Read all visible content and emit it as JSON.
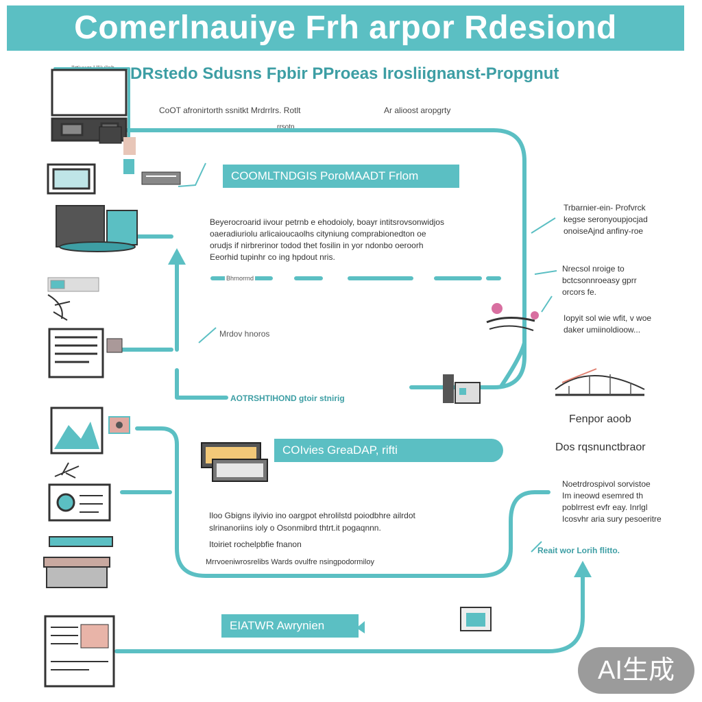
{
  "header": {
    "title": "Comerlnauiye Frh arpor Rdesiond"
  },
  "subtitle": "DRstedo Sdusns Fpbir PProeas Irosliignanst-Propgnut",
  "top_notes": {
    "left_tiny": "Ilrtiuwrr Hliivilnh",
    "note_a": "CoOT afronirtorth ssnitkt Mrdrrlrs. Rotlt",
    "note_a2": "rrsotn",
    "note_b": "Ar alioost aropgrty"
  },
  "bars": {
    "bar1": "COOMLTNDGIS PoroMAADT Frlom",
    "bar2": "COIvies GreaDAP, rifti",
    "bar3": "EIATWR Awrynien"
  },
  "main_paragraph": [
    "Beyerocroarid iivour petrnb e ehodoioly, boayr intitsrovsonwidjos",
    "oaeradiuriolu arlicaioucaolhs cityniung comprabionedton oe",
    "orudjs if nirbrerinor todod thet fosilin in yor ndonbo oeroorh",
    "Eeorhid tupinhr co ing hpdout nris."
  ],
  "dashed_label": "Bhrnorrnd",
  "mid_label": "Mrdov hnoros",
  "loop_label": "AOTRSHTIHOND gtoir stnirig",
  "right_notes": {
    "note1": [
      "Trbarnier-ein- Profvrck",
      "kegse seronyoupjocjad",
      "onoiseAjnd anfiny-roe"
    ],
    "note2": [
      "Nrecsol nroige to",
      "bctcsonnroeasy gprr",
      "orcors fe."
    ],
    "note3": [
      "Iopyit sol wie wfit, v woe",
      "daker umiinoldioow..."
    ],
    "label_a": "Fenpor aoob",
    "label_b": "Dos rqsnunctbraor",
    "note4": [
      "Noetrdrospivol sorvistoe",
      "Im ineowd esemred th",
      "poblrrest evfr eay. Inrlgl",
      "Icosvhr aria sury pesoeritre"
    ],
    "label_c": "Reait wor Lorih flitto."
  },
  "lower_paragraph": {
    "line1": "Iloo Gbigns ilyivio ino oargpot ehrolilstd poiodbhre ailrdot",
    "line2": "slrinanoriins ioly o Osonmibrd thtrt.it pogaqnnn.",
    "line3": "Itoiriet rochelpbfie fnanon",
    "line4": "Mrrvoeniwrosrelibs Wards ovulfre nsingpodormiloy"
  },
  "watermark": "AI生成",
  "colors": {
    "accent": "#5bbfc3",
    "accent_dark": "#3d9ea4",
    "badge": "#9b9b9b"
  }
}
